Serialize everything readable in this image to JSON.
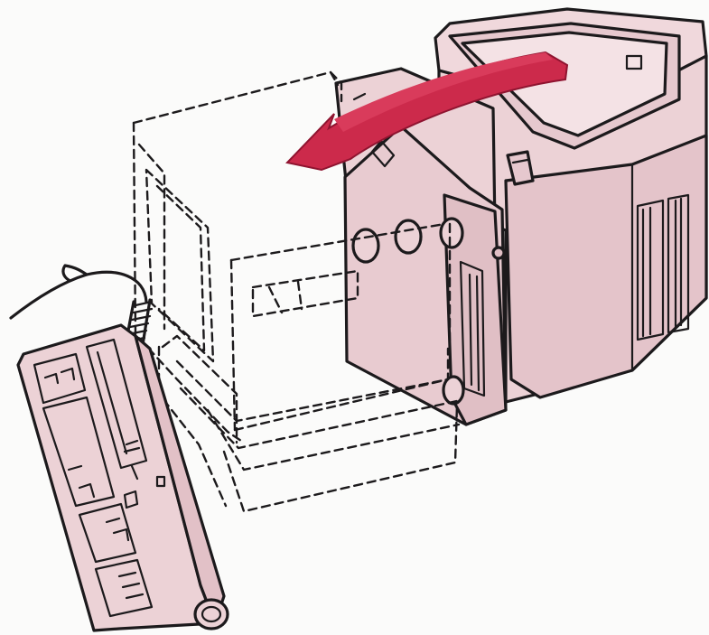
{
  "figure": {
    "type": "line-art illustration",
    "colors": {
      "background": "#fbfbfa",
      "body_fill": "#ecd2d6",
      "body_shade": "#e2c1c7",
      "body_light": "#f4e2e5",
      "ink": "#1c1a1c",
      "arrow": "#cc2a4b",
      "arrow_edge": "#8f1430"
    },
    "parts": [
      {
        "name": "monitor",
        "icon": "crt-monitor"
      },
      {
        "name": "disk-drive-unit",
        "icon": "floppy-drive-bracket"
      },
      {
        "name": "system-unit-outline",
        "icon": "dashed-ghost-position"
      },
      {
        "name": "keyboard",
        "icon": "keyboard"
      },
      {
        "name": "keyboard-cable",
        "icon": "coiled-cable"
      },
      {
        "name": "rotation-arrow",
        "icon": "curved-arrow-left"
      }
    ]
  }
}
